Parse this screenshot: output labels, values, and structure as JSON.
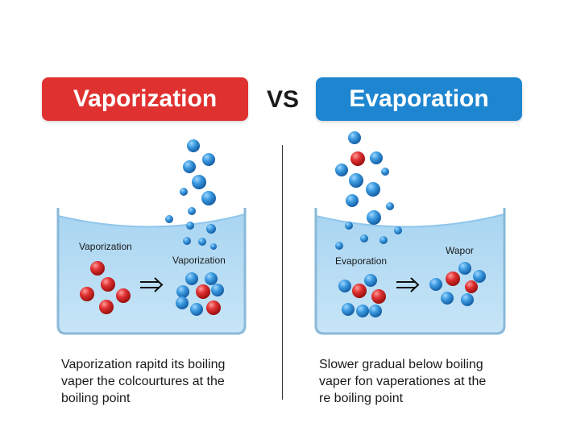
{
  "colors": {
    "vaporization_accent": "#e03131",
    "evaporation_accent": "#1e86d0",
    "water": "#bcdff5",
    "water_surface": "#9ccdec",
    "molecule_blue": "#2f8fd6",
    "molecule_red": "#d92b2b"
  },
  "header": {
    "left_title": "Vaporization",
    "vs_label": "VS",
    "right_title": "Evaporation"
  },
  "vaporization_panel": {
    "tank_label_1": "Vaporization",
    "tank_label_2": "Vaporization",
    "arrow_icon": "double-arrow-right-icon",
    "caption": [
      "Vaporization rapitd its boiling",
      "vaper the colcourtures at the",
      "boiling point"
    ]
  },
  "evaporation_panel": {
    "tank_label_1": "Evaporation",
    "tank_label_2": "Wapor",
    "arrow_icon": "double-arrow-right-icon",
    "caption": [
      "Slower gradual below boiling",
      "vaper fon vaperationes at the",
      "re boiling point"
    ]
  }
}
